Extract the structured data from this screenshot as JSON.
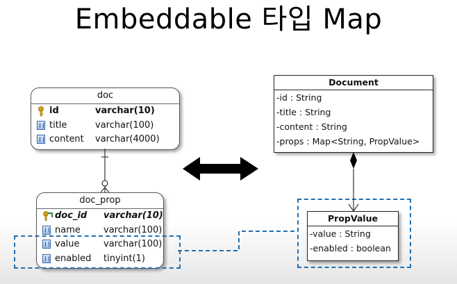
{
  "slide": {
    "title": "Embeddable 타입 Map"
  },
  "doc_table": {
    "name": "doc",
    "columns": [
      {
        "name": "id",
        "type": "varchar(10)",
        "icon": "primary-key-icon"
      },
      {
        "name": "title",
        "type": "varchar(100)",
        "icon": "column-icon"
      },
      {
        "name": "content",
        "type": "varchar(4000)",
        "icon": "column-icon"
      }
    ]
  },
  "doc_prop_table": {
    "name": "doc_prop",
    "columns": [
      {
        "name": "doc_id",
        "type": "varchar(10)",
        "icon": "foreign-key-icon"
      },
      {
        "name": "name",
        "type": "varchar(100)",
        "icon": "column-icon"
      },
      {
        "name": "value",
        "type": "varchar(100)",
        "icon": "column-icon"
      },
      {
        "name": "enabled",
        "type": "tinyint(1)",
        "icon": "column-icon"
      }
    ]
  },
  "document_class": {
    "name": "Document",
    "attributes": [
      "-id : String",
      "-title : String",
      "-content : String",
      "-props : Map<String, PropValue>"
    ]
  },
  "propvalue_class": {
    "name": "PropValue",
    "attributes": [
      "-value : String",
      "-enabled : boolean"
    ]
  },
  "colors": {
    "highlight": "#1f6fb0",
    "key_gold": "#d4a017",
    "column_blue": "#3b67a8"
  }
}
